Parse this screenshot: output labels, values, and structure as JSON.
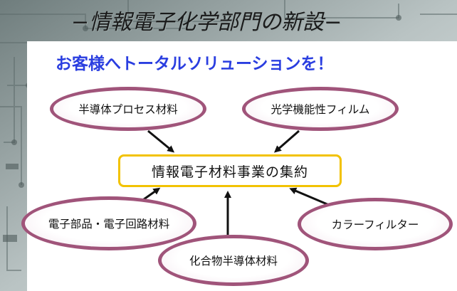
{
  "header": {
    "title": "−情報電子化学部門の新設−"
  },
  "subtitle": "お客様へトータルソリューションを！",
  "center": {
    "label": "情報電子材料事業の集約"
  },
  "nodes": {
    "semiconductor_process": "半導体プロセス材料",
    "optical_film": "光学機能性フィルム",
    "electronic_parts": "電子部品・電子回路材料",
    "compound_semiconductor": "化合物半導体材料",
    "color_filter": "カラーフィルター"
  },
  "colors": {
    "subtitle": "#2a3ee0",
    "center_border": "#f2c200",
    "ellipse_border": "#a0547a",
    "circuit_bg": "#8a9696"
  }
}
